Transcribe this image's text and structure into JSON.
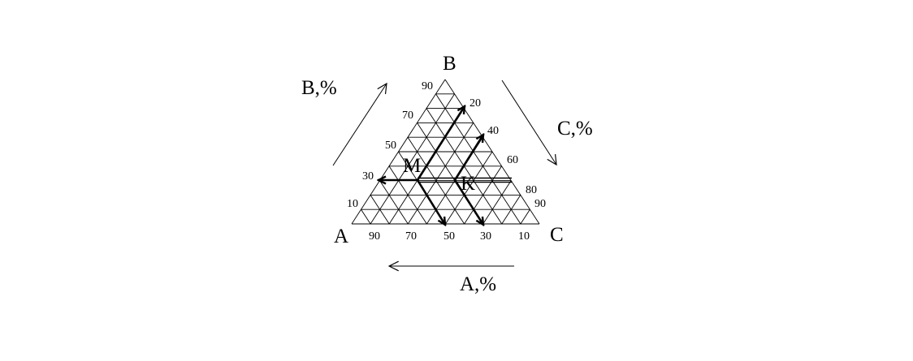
{
  "vertices": {
    "a": "A",
    "b": "B",
    "c": "C"
  },
  "axis_labels": {
    "b": "B,%",
    "c": "C,%",
    "a": "A,%"
  },
  "ticks": {
    "left": [
      "90",
      "70",
      "50",
      "30",
      "10"
    ],
    "right": [
      "20",
      "40",
      "60",
      "80",
      "90"
    ],
    "bottom": [
      "90",
      "70",
      "50",
      "30",
      "10"
    ]
  },
  "points": {
    "m": "M",
    "k": "K"
  }
}
